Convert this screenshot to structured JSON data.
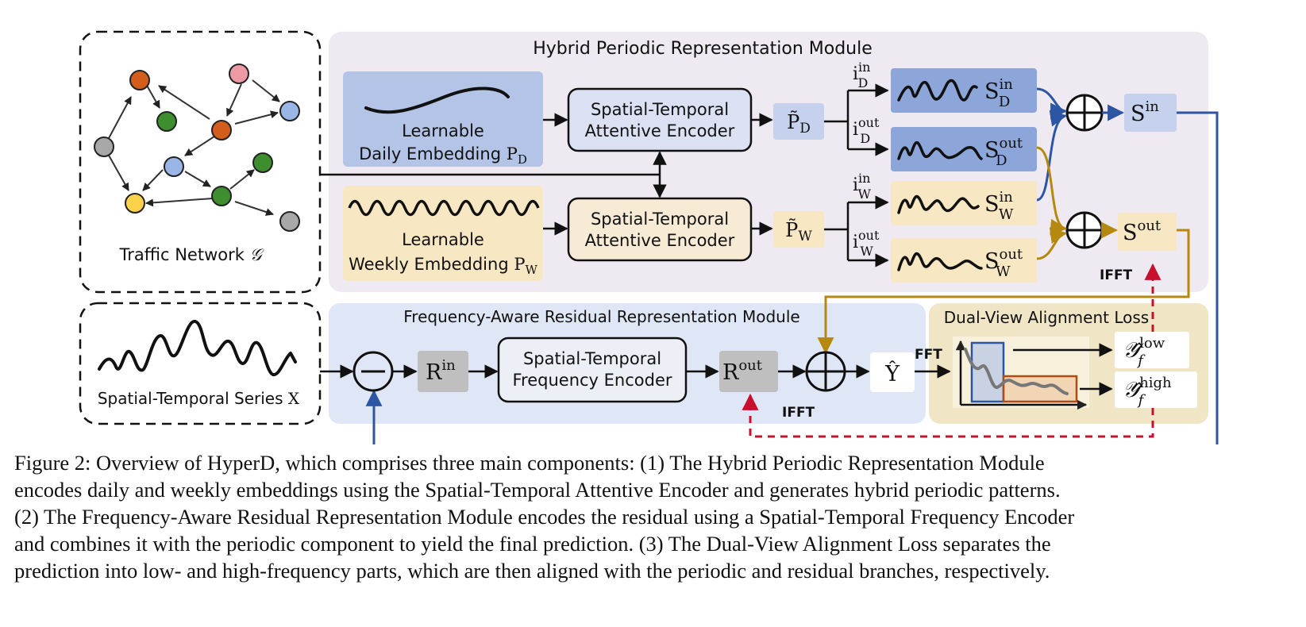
{
  "modules": {
    "hybrid_title": "Hybrid Periodic Representation Module",
    "freq_title": "Frequency-Aware Residual Representation Module",
    "dual_title": "Dual-View Alignment Loss"
  },
  "graph": {
    "label": "Traffic Network",
    "symbol": "𝒢"
  },
  "series": {
    "label": "Spatial-Temporal Series",
    "symbol": "X"
  },
  "embeddings": {
    "daily_line1": "Learnable",
    "daily_line2": "Daily Embedding",
    "daily_sym": "P",
    "daily_sub": "D",
    "weekly_line1": "Learnable",
    "weekly_line2": "Weekly Embedding",
    "weekly_sym": "P",
    "weekly_sub": "W"
  },
  "encoders": {
    "attn_line1": "Spatial-Temporal",
    "attn_line2": "Attentive Encoder",
    "freq_line1": "Spatial-Temporal",
    "freq_line2": "Frequency Encoder"
  },
  "symbols": {
    "p_tilde": "P̃",
    "sub_d": "D",
    "sub_w": "W",
    "i": "i",
    "s": "S",
    "sup_in": "in",
    "sup_out": "out",
    "r": "R",
    "y_hat": "Ŷ",
    "y_f": "𝒴̂",
    "sub_f": "f",
    "sup_low": "low",
    "sup_high": "high",
    "fft": "FFT",
    "ifft": "IFFT",
    "plus": "⊕",
    "minus": "⊖"
  },
  "caption": {
    "line1": "Figure 2: Overview of HyperD, which comprises three main components: (1) The Hybrid Periodic Representation Module",
    "line2": "encodes daily and weekly embeddings using the Spatial-Temporal Attentive Encoder and generates hybrid periodic patterns.",
    "line3": "(2) The Frequency-Aware Residual Representation Module encodes the residual using a Spatial-Temporal Frequency Encoder",
    "line4": "and combines it with the periodic component to yield the final prediction. (3) The Dual-View Alignment Loss separates the",
    "line5": "prediction into low- and high-frequency parts, which are then aligned with the periodic and residual branches, respectively."
  },
  "colors": {
    "hybrid_bg": "#efe9f1",
    "freq_bg": "#dfe6f5",
    "dual_bg": "#f0e6c6",
    "daily": "#b4c4e6",
    "weekly": "#f8e7c3",
    "encoder_blue": "#dbe1f3",
    "encoder_cream": "#f7ebd5",
    "gray_box": "#bfbfbf",
    "blue_arrow": "#2c56a3",
    "gold_arrow": "#b5890f",
    "red_dash": "#c8102e",
    "node_orange": "#d35e1c",
    "node_pink": "#ee9aa4",
    "node_blue": "#9ab6e6",
    "node_green": "#3e8e2f",
    "node_gray": "#a8a8a8",
    "node_yellow": "#fbd24a"
  }
}
